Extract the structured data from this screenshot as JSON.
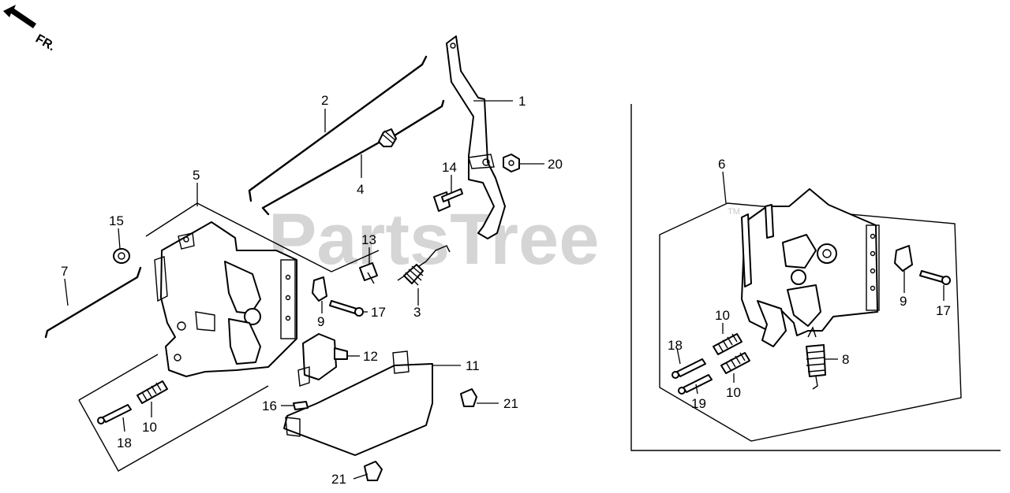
{
  "watermark": "PartsTree",
  "watermark_tm": "TM",
  "direction_label": "FR.",
  "callouts": [
    {
      "id": "1",
      "label": "1"
    },
    {
      "id": "2",
      "label": "2"
    },
    {
      "id": "3",
      "label": "3"
    },
    {
      "id": "4",
      "label": "4"
    },
    {
      "id": "5",
      "label": "5"
    },
    {
      "id": "6",
      "label": "6"
    },
    {
      "id": "7",
      "label": "7"
    },
    {
      "id": "8",
      "label": "8"
    },
    {
      "id": "9a",
      "label": "9"
    },
    {
      "id": "9b",
      "label": "9"
    },
    {
      "id": "10a",
      "label": "10"
    },
    {
      "id": "10b",
      "label": "10"
    },
    {
      "id": "10c",
      "label": "10"
    },
    {
      "id": "11",
      "label": "11"
    },
    {
      "id": "12",
      "label": "12"
    },
    {
      "id": "13",
      "label": "13"
    },
    {
      "id": "14",
      "label": "14"
    },
    {
      "id": "15",
      "label": "15"
    },
    {
      "id": "16",
      "label": "16"
    },
    {
      "id": "17a",
      "label": "17"
    },
    {
      "id": "17b",
      "label": "17"
    },
    {
      "id": "18a",
      "label": "18"
    },
    {
      "id": "18b",
      "label": "18"
    },
    {
      "id": "19",
      "label": "19"
    },
    {
      "id": "20",
      "label": "20"
    },
    {
      "id": "21a",
      "label": "21"
    },
    {
      "id": "21b",
      "label": "21"
    }
  ]
}
